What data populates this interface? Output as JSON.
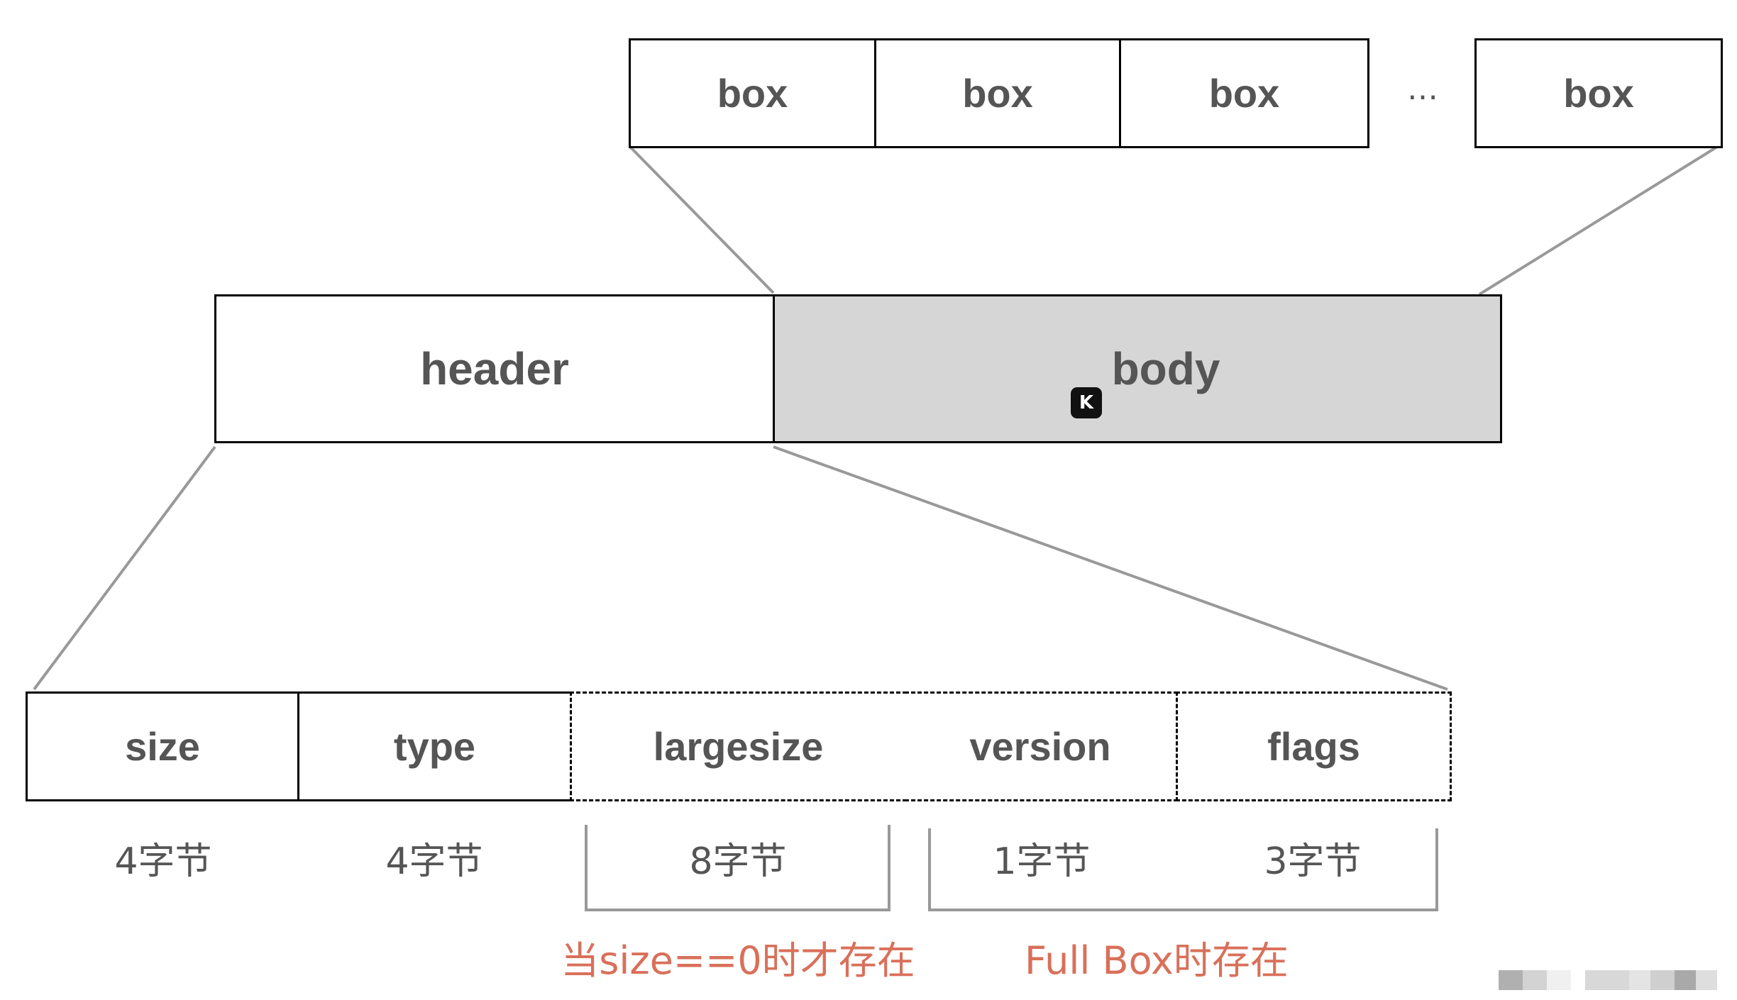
{
  "top_row": {
    "boxes": [
      "box",
      "box",
      "box",
      "box"
    ],
    "ellipsis": "…"
  },
  "middle_row": {
    "header": "header",
    "body": "body"
  },
  "bottom_row": {
    "fields": [
      "size",
      "type",
      "largesize",
      "version",
      "flags"
    ],
    "byte_labels": [
      "4字节",
      "4字节",
      "8字节",
      "1字节",
      "3字节"
    ],
    "annotations": {
      "largesize_note": "当size==0时才存在",
      "fullbox_note": "Full Box时存在"
    }
  },
  "colors": {
    "body_fill": "#d6d6d6",
    "connector": "#999999",
    "note_red": "#d9705a",
    "text": "#555555"
  },
  "icons": {
    "overlay_icon": "app-logo-icon"
  }
}
